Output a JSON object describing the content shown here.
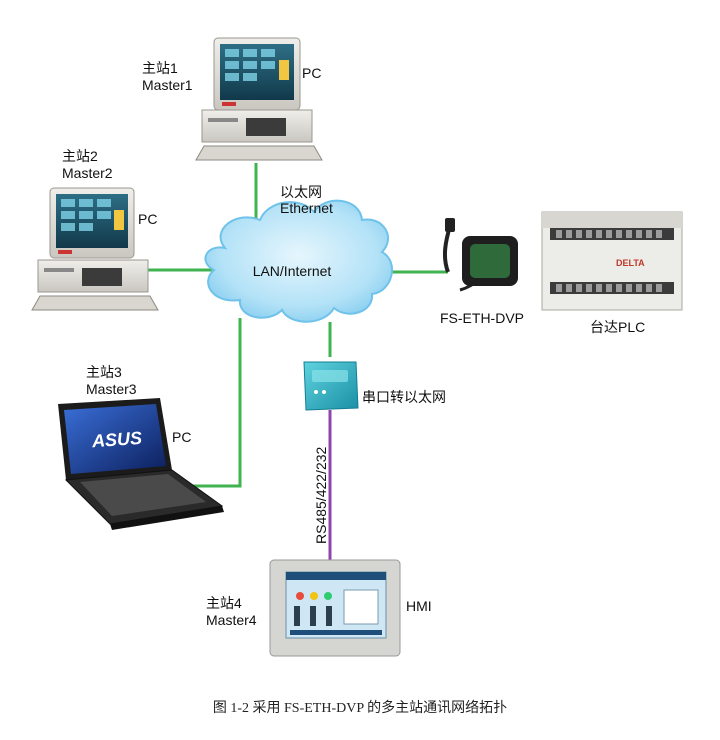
{
  "master1": {
    "name_cn": "主站1",
    "name_en": "Master1",
    "device": "PC"
  },
  "master2": {
    "name_cn": "主站2",
    "name_en": "Master2",
    "device": "PC"
  },
  "master3": {
    "name_cn": "主站3",
    "name_en": "Master3",
    "device": "PC"
  },
  "master4": {
    "name_cn": "主站4",
    "name_en": "Master4",
    "device": "HMI"
  },
  "network": {
    "label_cn": "以太网",
    "label_en": "Ethernet",
    "cloud": "LAN/Internet"
  },
  "module": {
    "name": "FS-ETH-DVP"
  },
  "plc": {
    "name": "台达PLC",
    "brand": "DELTA"
  },
  "converter": {
    "name": "串口转以太网"
  },
  "serial_link": {
    "label": "RS485/422/232"
  },
  "laptop": {
    "brand": "ASUS"
  },
  "caption": "图 1-2  采用 FS-ETH-DVP 的多主站通讯网络拓扑",
  "colors": {
    "ethernet_line": "#3fb34f",
    "serial_line": "#8e44ad",
    "cloud_fill": "#a8ddf5",
    "cloud_edge": "#6fc2ea"
  }
}
